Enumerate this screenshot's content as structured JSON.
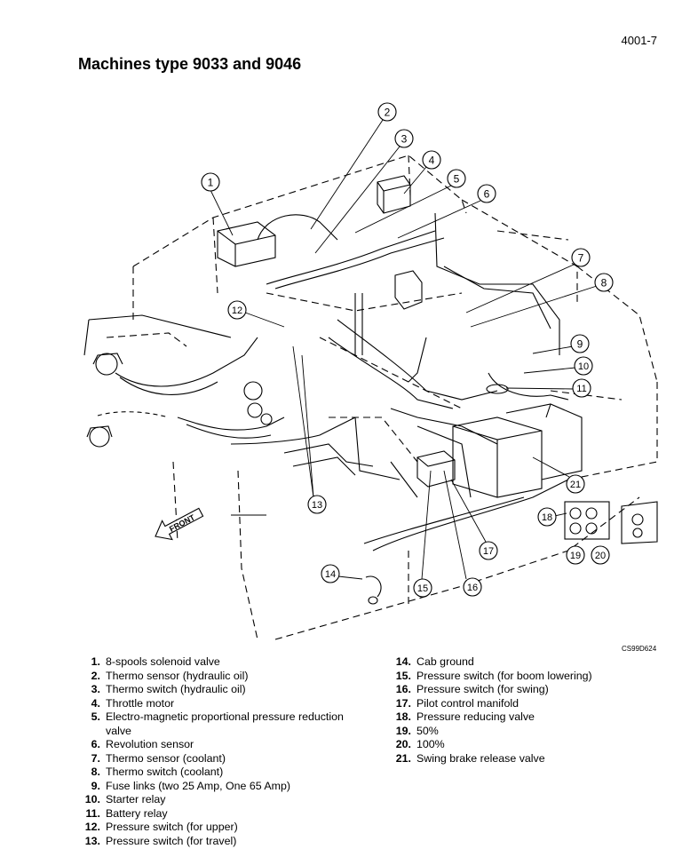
{
  "page_number": "4001-7",
  "title": "Machines type 9033 and 9046",
  "figure_code": "CS99D624",
  "front_label": "FRONT",
  "callouts": [
    "1",
    "2",
    "3",
    "4",
    "5",
    "6",
    "7",
    "8",
    "9",
    "10",
    "11",
    "12",
    "13",
    "14",
    "15",
    "16",
    "17",
    "18",
    "19",
    "20",
    "21"
  ],
  "legend_left": [
    {
      "num": "1.",
      "text": "8-spools solenoid valve"
    },
    {
      "num": "2.",
      "text": "Thermo sensor (hydraulic oil)"
    },
    {
      "num": "3.",
      "text": "Thermo switch (hydraulic oil)"
    },
    {
      "num": "4.",
      "text": "Throttle motor"
    },
    {
      "num": "5.",
      "text": "Electro-magnetic proportional pressure reduction valve"
    },
    {
      "num": "6.",
      "text": "Revolution sensor"
    },
    {
      "num": "7.",
      "text": "Thermo sensor (coolant)"
    },
    {
      "num": "8.",
      "text": "Thermo switch (coolant)"
    },
    {
      "num": "9.",
      "text": "Fuse links (two 25 Amp, One 65 Amp)"
    },
    {
      "num": "10.",
      "text": "Starter relay"
    },
    {
      "num": "11.",
      "text": "Battery relay"
    },
    {
      "num": "12.",
      "text": "Pressure switch (for upper)"
    },
    {
      "num": "13.",
      "text": "Pressure switch (for travel)"
    }
  ],
  "legend_right": [
    {
      "num": "14.",
      "text": "Cab ground"
    },
    {
      "num": "15.",
      "text": "Pressure switch (for boom lowering)"
    },
    {
      "num": "16.",
      "text": "Pressure switch (for swing)"
    },
    {
      "num": "17.",
      "text": "Pilot control manifold"
    },
    {
      "num": "18.",
      "text": "Pressure reducing valve"
    },
    {
      "num": "19.",
      "text": "50%"
    },
    {
      "num": "20.",
      "text": "100%"
    },
    {
      "num": "21.",
      "text": "Swing brake release valve"
    }
  ]
}
